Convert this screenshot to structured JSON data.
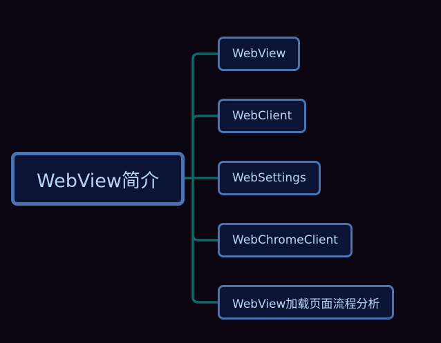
{
  "root": {
    "label": "WebView简介"
  },
  "children": [
    {
      "label": "WebView"
    },
    {
      "label": "WebClient"
    },
    {
      "label": "WebSettings"
    },
    {
      "label": "WebChromeClient"
    },
    {
      "label": "WebView加载页面流程分析"
    }
  ],
  "colors": {
    "background": "#0a0510",
    "node_fill": "#0c1436",
    "node_border": "#4a73b1",
    "text": "#b8d3f3",
    "connector": "#0f6868"
  }
}
